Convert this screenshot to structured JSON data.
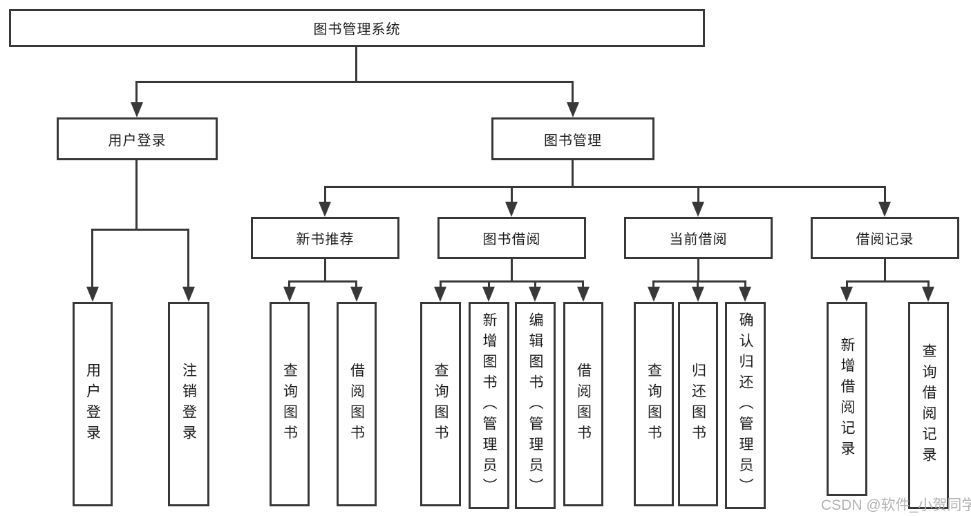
{
  "colors": {
    "line": "#383838",
    "text": "#1c1c1c",
    "box_background": "#ffffff",
    "page_background": "#ffffff",
    "watermark": "#b3b3b3"
  },
  "watermark": "CSDN @软件_小贺同学",
  "tree": {
    "root": {
      "label": "图书管理系统"
    },
    "branches": [
      {
        "label": "用户登录",
        "children": [
          {
            "label": "用户登录"
          },
          {
            "label": "注销登录"
          }
        ]
      },
      {
        "label": "图书管理",
        "children": [
          {
            "label": "新书推荐",
            "children": [
              {
                "label": "查询图书"
              },
              {
                "label": "借阅图书"
              }
            ]
          },
          {
            "label": "图书借阅",
            "children": [
              {
                "label": "查询图书"
              },
              {
                "label": "新增图书（管理员）"
              },
              {
                "label": "编辑图书（管理员）"
              },
              {
                "label": "借阅图书"
              }
            ]
          },
          {
            "label": "当前借阅",
            "children": [
              {
                "label": "查询图书"
              },
              {
                "label": "归还图书"
              },
              {
                "label": "确认归还（管理员）"
              }
            ]
          },
          {
            "label": "借阅记录",
            "children": [
              {
                "label": "新增借阅记录"
              },
              {
                "label": "查询借阅记录"
              }
            ]
          }
        ]
      }
    ]
  }
}
